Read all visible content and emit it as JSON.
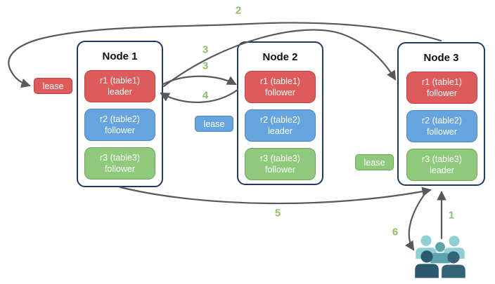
{
  "nodes": [
    {
      "title": "Node 1",
      "replicas": [
        {
          "name": "r1 (table1)",
          "role": "leader"
        },
        {
          "name": "r2 (table2)",
          "role": "follower"
        },
        {
          "name": "r3 (table3)",
          "role": "follower"
        }
      ]
    },
    {
      "title": "Node 2",
      "replicas": [
        {
          "name": "r1 (table1)",
          "role": "follower"
        },
        {
          "name": "r2 (table2)",
          "role": "leader"
        },
        {
          "name": "r3 (table3)",
          "role": "follower"
        }
      ]
    },
    {
      "title": "Node 3",
      "replicas": [
        {
          "name": "r1 (table1)",
          "role": "follower"
        },
        {
          "name": "r2 (table2)",
          "role": "follower"
        },
        {
          "name": "r3 (table3)",
          "role": "leader"
        }
      ]
    }
  ],
  "leases": [
    {
      "label": "lease",
      "color": "#dd5b5b"
    },
    {
      "label": "lease",
      "color": "#66a4e0"
    },
    {
      "label": "lease",
      "color": "#8fc97c"
    }
  ],
  "step_labels": {
    "s1": "1",
    "s2": "2",
    "s3a": "3",
    "s3b": "3",
    "s4": "4",
    "s5": "5",
    "s6": "6"
  },
  "icons": {
    "users_group": "users-group-icon"
  },
  "colors": {
    "arrow": "#595959",
    "step_text": "#8abf69",
    "node_border": "#1f3864",
    "red_fill": "#dd5b5b",
    "red_border": "#c43c3c",
    "blue_fill": "#66a4e0",
    "blue_border": "#4d88c4",
    "green_fill": "#8fc97c",
    "green_border": "#6fa457",
    "people_light": "#8fd0d2",
    "people_mid": "#5da3ab",
    "people_dark": "#2b5a6e"
  }
}
